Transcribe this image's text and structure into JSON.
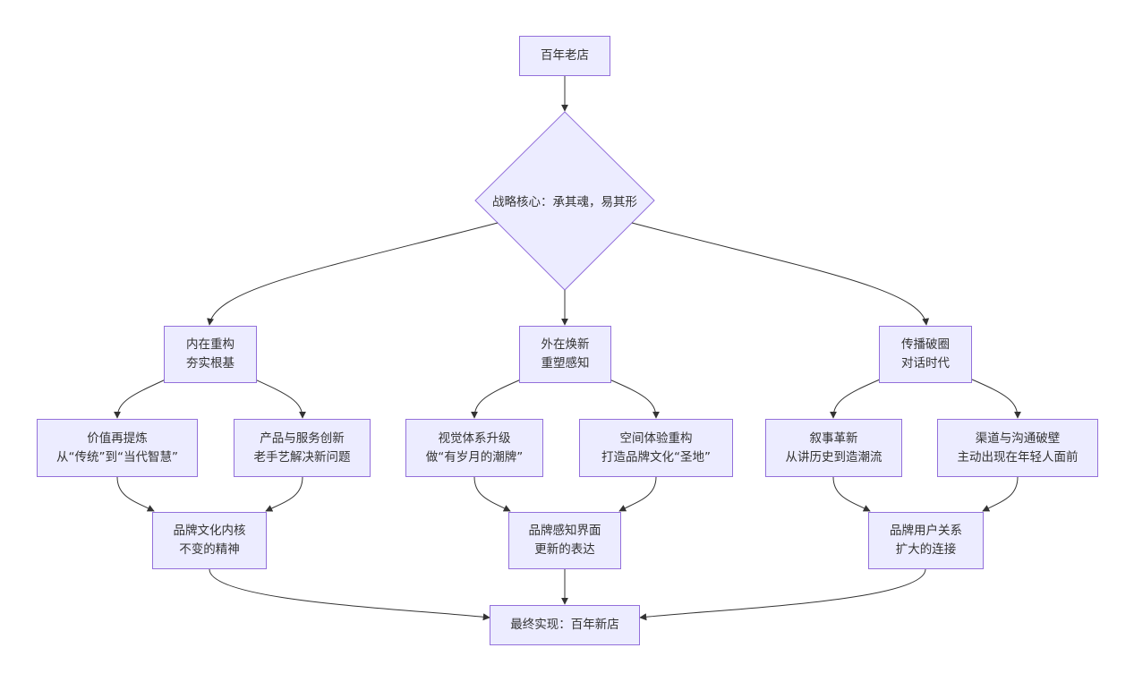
{
  "nodes": {
    "root": {
      "line1": "百年老店"
    },
    "core": {
      "line1": "战略核心：承其魂，易其形"
    },
    "inner": {
      "line1": "内在重构",
      "line2": "夯实根基"
    },
    "outer": {
      "line1": "外在焕新",
      "line2": "重塑感知"
    },
    "spread": {
      "line1": "传播破圈",
      "line2": "对话时代"
    },
    "value": {
      "line1": "价值再提炼",
      "line2": "从“传统”到“当代智慧”"
    },
    "product": {
      "line1": "产品与服务创新",
      "line2": "老手艺解决新问题"
    },
    "visual": {
      "line1": "视觉体系升级",
      "line2": "做“有岁月的潮牌”"
    },
    "space": {
      "line1": "空间体验重构",
      "line2": "打造品牌文化“圣地”"
    },
    "narrative": {
      "line1": "叙事革新",
      "line2": "从讲历史到造潮流"
    },
    "channel": {
      "line1": "渠道与沟通破壁",
      "line2": "主动出现在年轻人面前"
    },
    "culture": {
      "line1": "品牌文化内核",
      "line2": "不变的精神"
    },
    "interface": {
      "line1": "品牌感知界面",
      "line2": "更新的表达"
    },
    "relation": {
      "line1": "品牌用户关系",
      "line2": "扩大的连接"
    },
    "final": {
      "line1": "最终实现：百年新店"
    }
  },
  "colors": {
    "node_fill": "#ececff",
    "node_border": "#9370db",
    "edge": "#333333",
    "text": "#333333"
  }
}
